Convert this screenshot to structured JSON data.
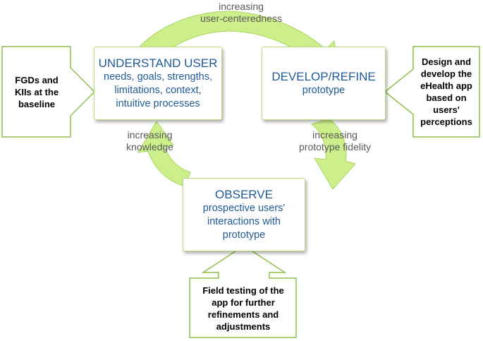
{
  "colors": {
    "cycle_arrow": "#ccef8c",
    "cycle_arrow_edge": "#a9d65e",
    "callout_border": "#8fbf4a",
    "box_text": "#1f5a97",
    "label_text": "#595959"
  },
  "cycle": {
    "top_label": [
      "increasing",
      "user-centeredness"
    ],
    "right_label": [
      "increasing",
      "prototype fidelity"
    ],
    "left_label": [
      "increasing",
      "knowledge"
    ]
  },
  "boxes": {
    "understand": {
      "title": "UNDERSTAND USER",
      "lines": [
        "needs, goals, strengths,",
        "limitations, context,",
        "intuitive processes"
      ]
    },
    "develop": {
      "title": "DEVELOP/REFINE",
      "lines": [
        "prototype"
      ]
    },
    "observe": {
      "title": "OBSERVE",
      "lines": [
        "prospective users'",
        "interactions with",
        "prototype"
      ]
    }
  },
  "callouts": {
    "left": [
      "FGDs and",
      "KIIs at the",
      "baseline"
    ],
    "right": [
      "Design and",
      "develop the",
      "eHealth app",
      "based on",
      "users'",
      "perceptions"
    ],
    "bottom": [
      "Field testing of the",
      "app for further",
      "refinements and",
      "adjustments"
    ]
  }
}
